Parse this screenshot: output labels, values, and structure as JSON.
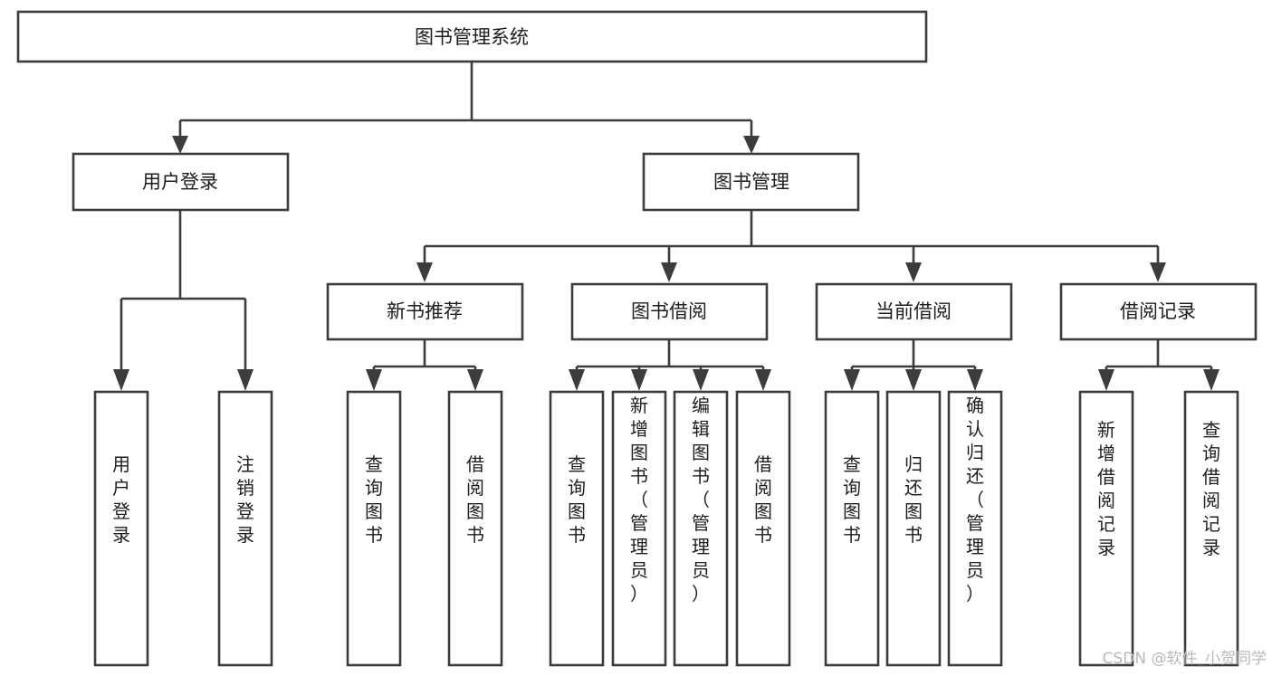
{
  "diagram": {
    "title": "图书管理系统",
    "type": "tree-hierarchy-chart",
    "stroke_color": "#3c3c3c",
    "fill_color": "#ffffff",
    "text_color": "#1d1d1d",
    "root": {
      "label": "图书管理系统"
    },
    "level2": [
      {
        "label": "用户登录"
      },
      {
        "label": "图书管理"
      }
    ],
    "level3": [
      {
        "label": "新书推荐"
      },
      {
        "label": "图书借阅"
      },
      {
        "label": "当前借阅"
      },
      {
        "label": "借阅记录"
      }
    ],
    "leaves": {
      "user_login": [
        {
          "label": "用户登录"
        },
        {
          "label": "注销登录"
        }
      ],
      "new_book_recommend": [
        {
          "label": "查询图书"
        },
        {
          "label": "借阅图书"
        }
      ],
      "book_borrow": [
        {
          "label": "查询图书"
        },
        {
          "label": "新增图书（管理员）"
        },
        {
          "label": "编辑图书（管理员）"
        },
        {
          "label": "借阅图书"
        }
      ],
      "current_borrow": [
        {
          "label": "查询图书"
        },
        {
          "label": "归还图书"
        },
        {
          "label": "确认归还（管理员）"
        }
      ],
      "borrow_record": [
        {
          "label": "新增借阅记录"
        },
        {
          "label": "查询借阅记录"
        }
      ]
    }
  },
  "watermark": {
    "text": "CSDN @软件_小贺同学"
  }
}
